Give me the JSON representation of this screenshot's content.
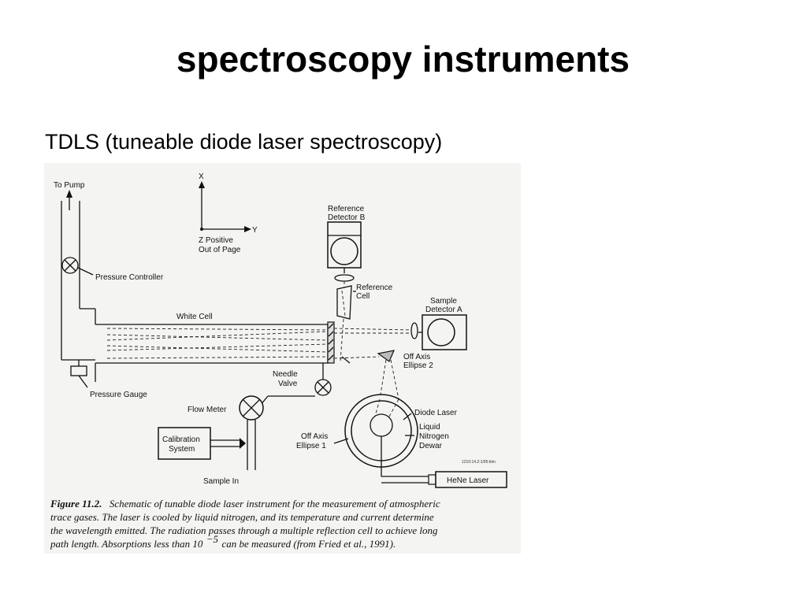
{
  "slide": {
    "title": "spectroscopy instruments",
    "subtitle": "TDLS (tuneable diode laser spectroscopy)"
  },
  "figure": {
    "labels": {
      "to_pump": "To Pump",
      "axis_x": "X",
      "axis_y": "Y",
      "z_positive_1": "Z Positive",
      "z_positive_2": "Out of Page",
      "reference_detector_1": "Reference",
      "reference_detector_2": "Detector B",
      "pressure_controller": "Pressure Controller",
      "reference_cell_1": "Reference",
      "reference_cell_2": "Cell",
      "sample_detector_1": "Sample",
      "sample_detector_2": "Detector A",
      "white_cell": "White Cell",
      "off_axis_ellipse2_1": "Off Axis",
      "off_axis_ellipse2_2": "Ellipse 2",
      "needle_valve_1": "Needle",
      "needle_valve_2": "Valve",
      "pressure_gauge": "Pressure Gauge",
      "flow_meter": "Flow Meter",
      "diode_laser": "Diode Laser",
      "calibration_system_1": "Calibration",
      "calibration_system_2": "System",
      "off_axis_ellipse1_1": "Off Axis",
      "off_axis_ellipse1_2": "Ellipse 1",
      "liquid_nitrogen_1": "Liquid",
      "liquid_nitrogen_2": "Nitrogen",
      "liquid_nitrogen_3": "Dewar",
      "drawing_code": "1210:14.2:1/95:blm",
      "hene_laser": "HeNe Laser",
      "sample_in": "Sample In"
    },
    "caption": {
      "figure_number": "Figure 11.2.",
      "line1": "Schematic of tunable diode laser instrument for the measurement of atmospheric",
      "line2": "trace gases.  The laser is cooled by liquid nitrogen, and its temperature and current determine",
      "line3": "the wavelength emitted.  The radiation passes through a multiple reflection cell to achieve long",
      "line4_a": "path length.  Absorptions less than 10",
      "line4_sup": "−5",
      "line4_b": " can be measured (from Fried et al., 1991)."
    }
  }
}
